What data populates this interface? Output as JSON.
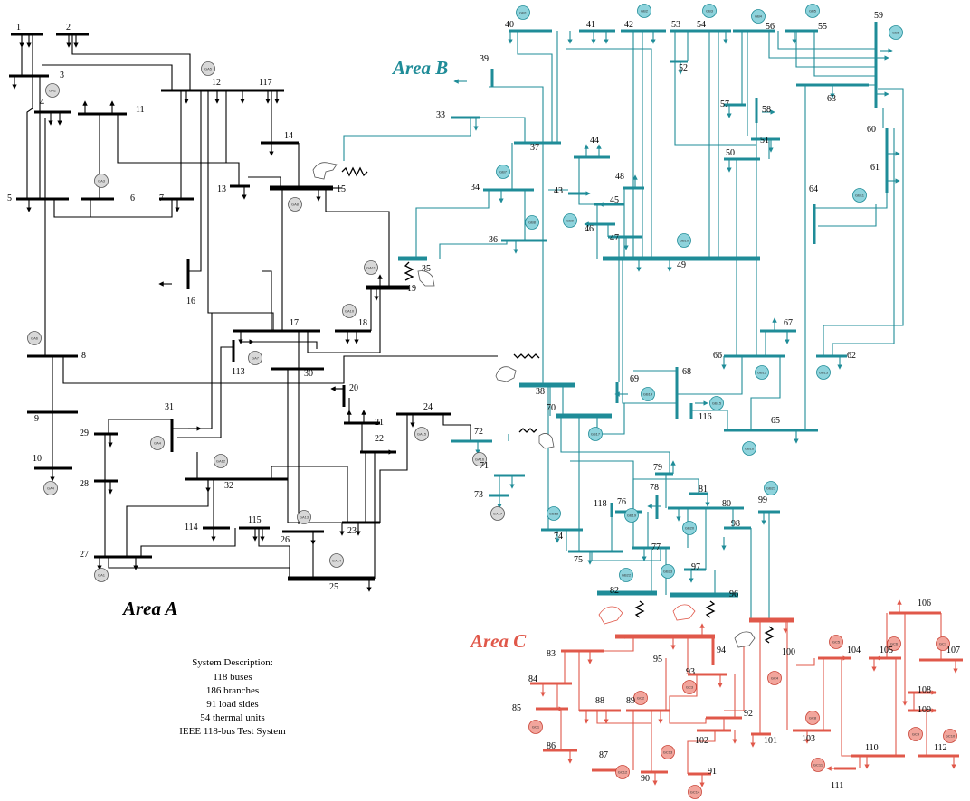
{
  "areas": [
    {
      "name": "Area A",
      "color": "#000000"
    },
    {
      "name": "Area B",
      "color": "#1f8c98"
    },
    {
      "name": "Area C",
      "color": "#e0584a"
    }
  ],
  "description": {
    "title": "System Description:",
    "lines": [
      "118 buses",
      "186 branches",
      "91 load sides",
      "54 thermal units",
      "IEEE 118-bus Test System"
    ]
  },
  "bus_labels": {
    "A": [
      "1",
      "2",
      "3",
      "4",
      "5",
      "6",
      "7",
      "8",
      "9",
      "10",
      "11",
      "12",
      "13",
      "14",
      "15",
      "16",
      "17",
      "18",
      "19",
      "20",
      "21",
      "22",
      "23",
      "24",
      "25",
      "26",
      "27",
      "28",
      "29",
      "30",
      "31",
      "32",
      "113",
      "114",
      "115",
      "117"
    ],
    "B": [
      "33",
      "34",
      "35",
      "36",
      "37",
      "38",
      "39",
      "40",
      "41",
      "42",
      "43",
      "44",
      "45",
      "46",
      "47",
      "48",
      "49",
      "50",
      "51",
      "52",
      "53",
      "54",
      "55",
      "56",
      "57",
      "58",
      "59",
      "60",
      "61",
      "62",
      "63",
      "64",
      "65",
      "66",
      "67",
      "68",
      "69",
      "70",
      "71",
      "72",
      "73",
      "74",
      "75",
      "76",
      "77",
      "78",
      "79",
      "80",
      "81",
      "97",
      "98",
      "99",
      "116",
      "118"
    ],
    "C": [
      "82",
      "83",
      "84",
      "85",
      "86",
      "87",
      "88",
      "89",
      "90",
      "91",
      "92",
      "93",
      "94",
      "95",
      "96",
      "100",
      "101",
      "102",
      "103",
      "104",
      "105",
      "106",
      "107",
      "108",
      "109",
      "110",
      "111",
      "112"
    ]
  },
  "colors": {
    "area_a": "#000000",
    "area_b": "#1f8c98",
    "area_c": "#e0584a"
  }
}
